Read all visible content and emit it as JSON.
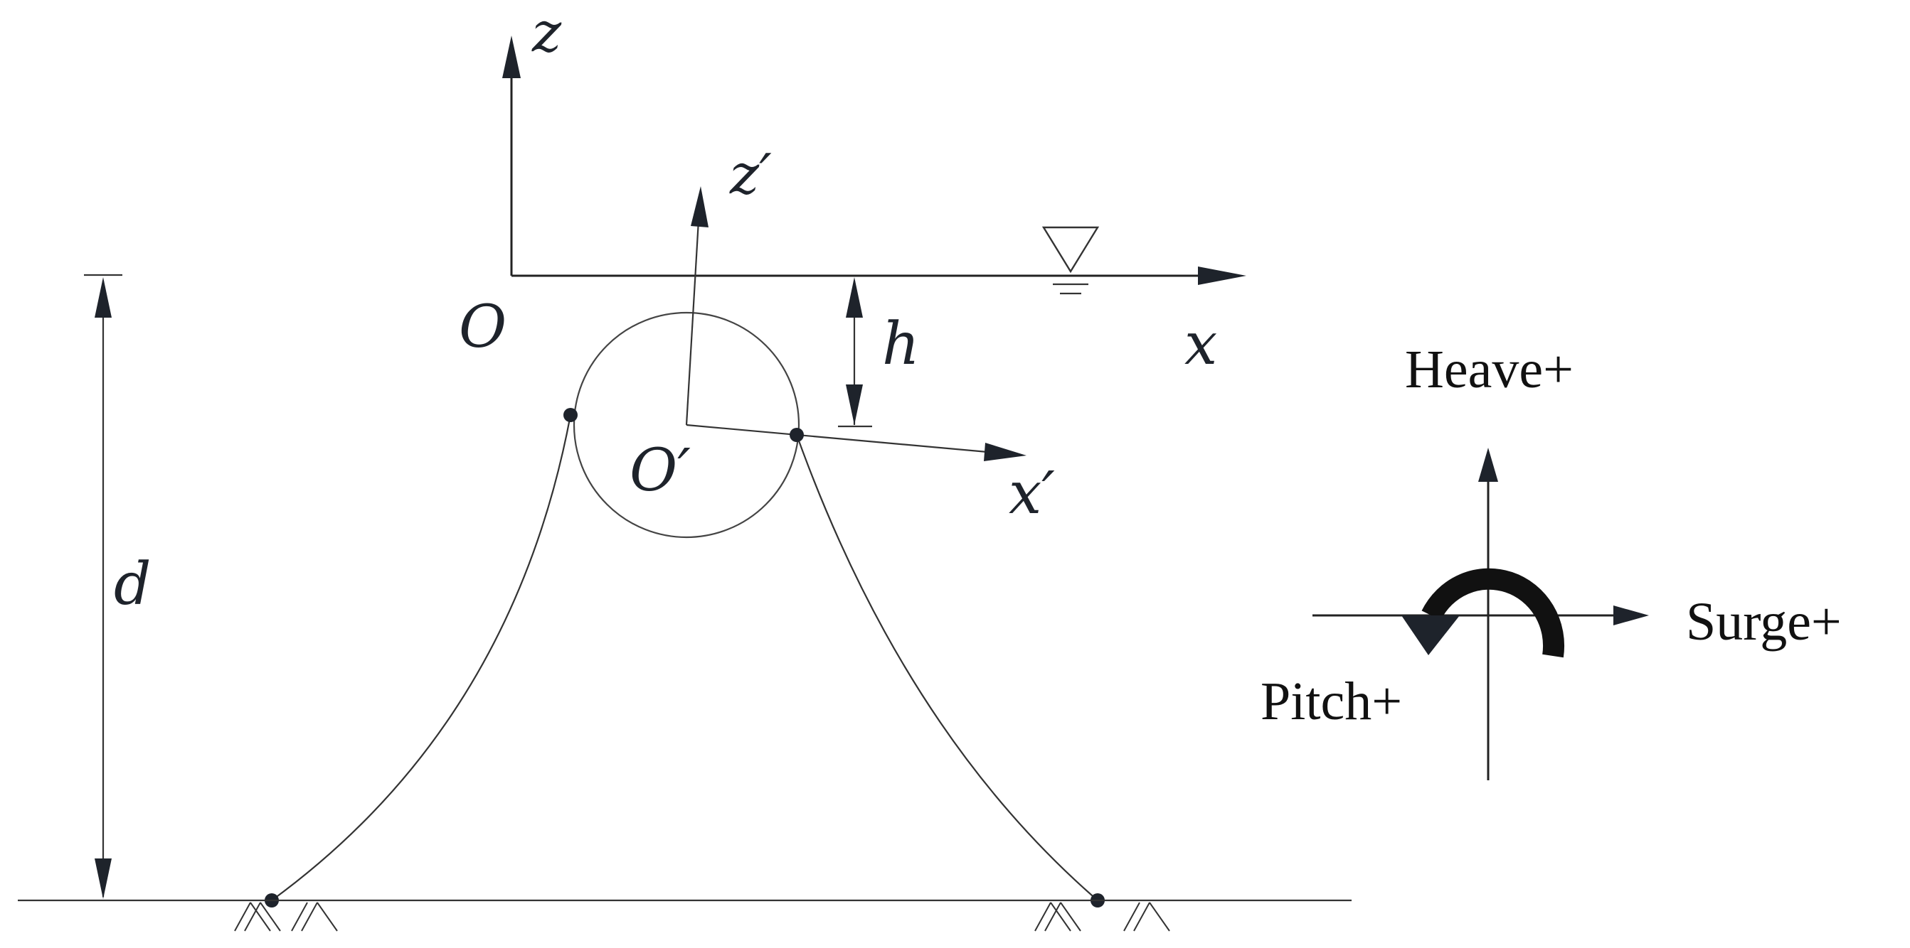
{
  "labels": {
    "z": "z",
    "x": "x",
    "o": "O",
    "z_prime": "z′",
    "x_prime": "x′",
    "o_prime": "O′",
    "h": "h",
    "d": "d",
    "heave": "Heave+",
    "surge": "Surge+",
    "pitch": "Pitch+"
  },
  "colors": {
    "line": "#333333",
    "arrow": "#1e232b"
  },
  "icons": {
    "water_level": "water-level-triangle-icon",
    "seabed_anchor": "ground-hatch-icon"
  }
}
